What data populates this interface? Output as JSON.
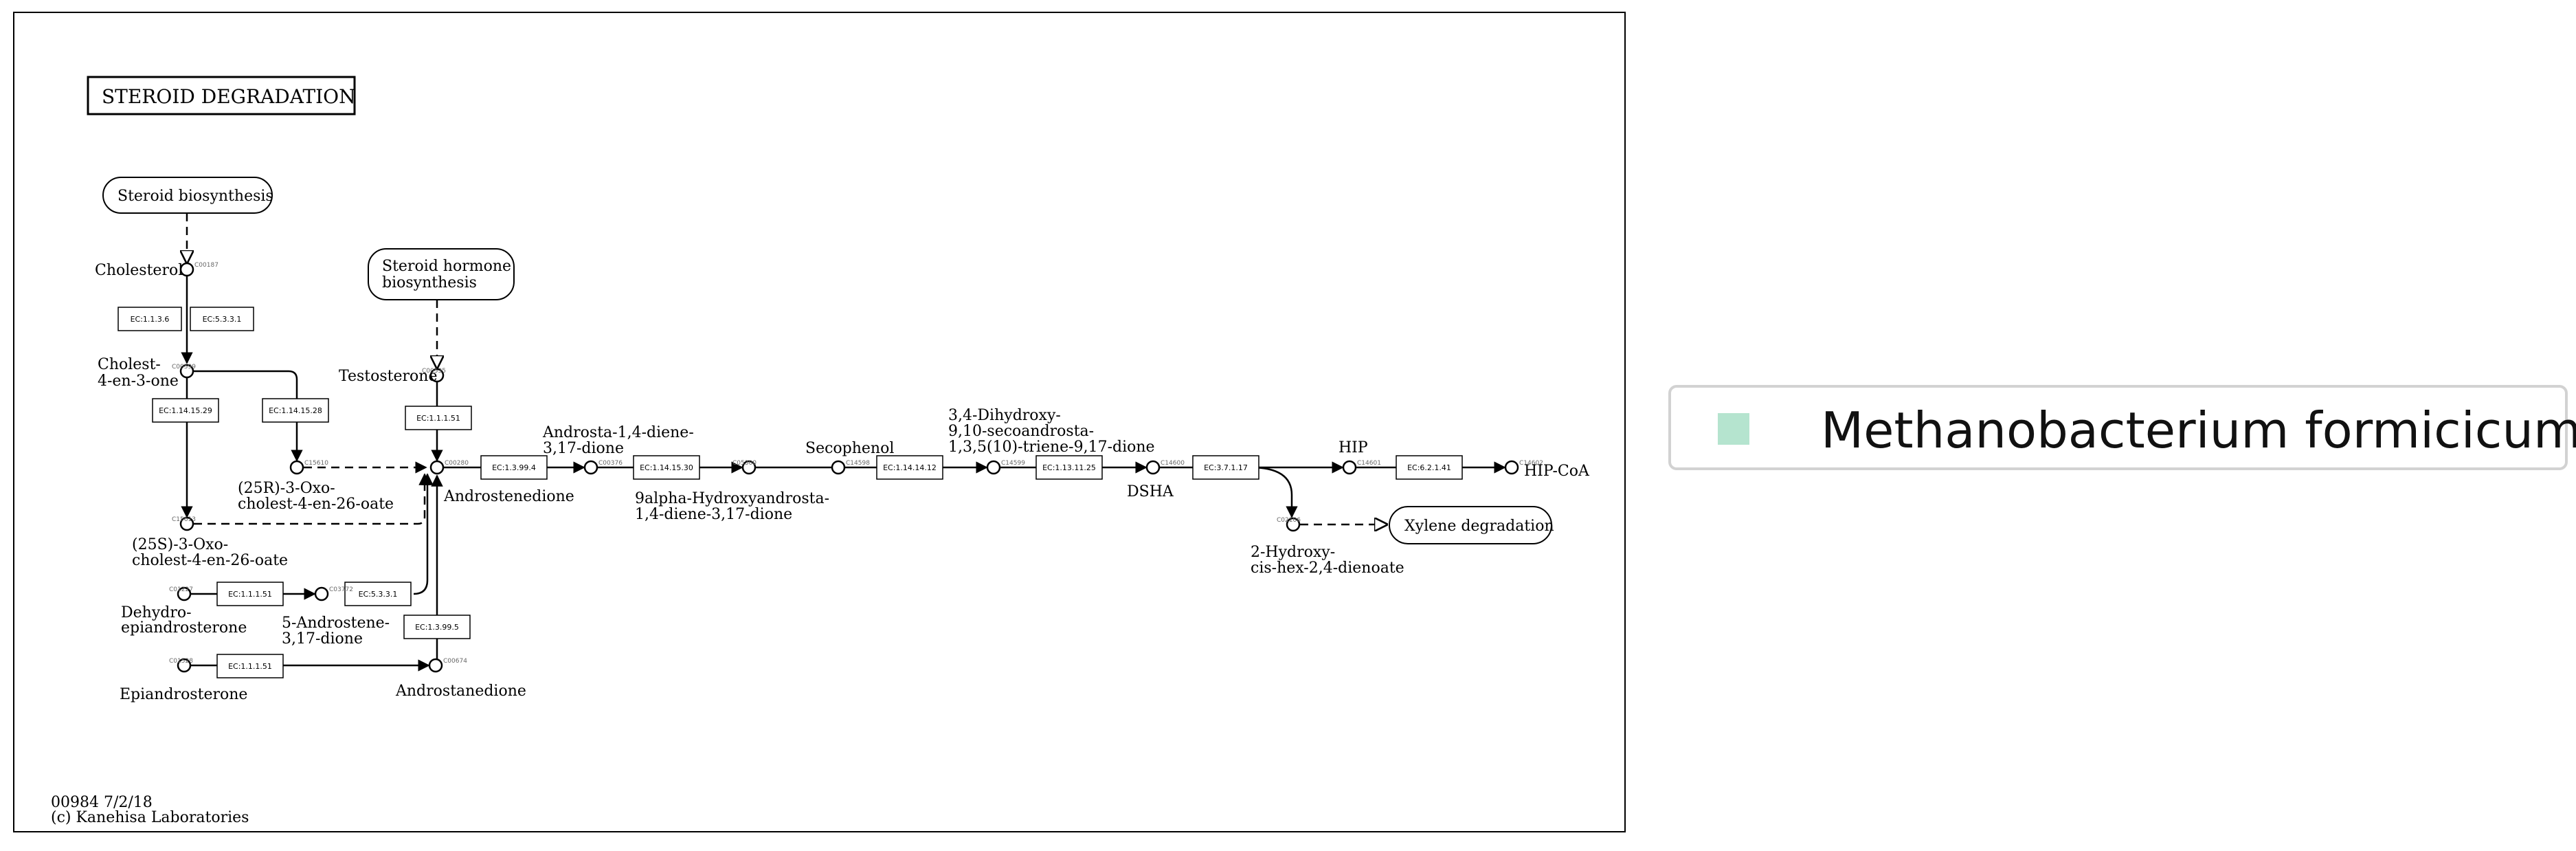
{
  "title": "STEROID DEGRADATION",
  "footer": {
    "map_id": "00984 7/2/18",
    "copyright": "(c) Kanehisa Laboratories"
  },
  "legend": {
    "label": "Methanobacterium formicicum",
    "swatch_color": "#b5e4cf"
  },
  "pathway_boxes": {
    "steroid_biosynthesis": "Steroid biosynthesis",
    "steroid_hormone_line1": "Steroid hormone",
    "steroid_hormone_line2": "biosynthesis",
    "xylene_degradation": "Xylene degradation"
  },
  "compounds": {
    "cholesterol": "Cholesterol",
    "cholestenone_line1": "Cholest-",
    "cholestenone_line2": "4-en-3-one",
    "testosterone": "Testosterone",
    "oxo25r_line1": "(25R)-3-Oxo-",
    "oxo25r_line2": "cholest-4-en-26-oate",
    "oxo25s_line1": "(25S)-3-Oxo-",
    "oxo25s_line2": "cholest-4-en-26-oate",
    "androstenedione": "Androstenedione",
    "androstadienedione_line1": "Androsta-1,4-diene-",
    "androstadienedione_line2": "3,17-dione",
    "hydroxyandrosta_line1": "9alpha-Hydroxyandrosta-",
    "hydroxyandrosta_line2": "1,4-diene-3,17-dione",
    "secophenol": "Secophenol",
    "dhseco_line1": "3,4-Dihydroxy-",
    "dhseco_line2": "9,10-secoandrosta-",
    "dhseco_line3": "1,3,5(10)-triene-9,17-dione",
    "dsha": "DSHA",
    "hip": "HIP",
    "hipcoa": "HIP-CoA",
    "hydroxydienoate_line1": "2-Hydroxy-",
    "hydroxydienoate_line2": "cis-hex-2,4-dienoate",
    "dhea_line1": "Dehydro-",
    "dhea_line2": "epiandrosterone",
    "androstenedione5_line1": "5-Androstene-",
    "androstenedione5_line2": "3,17-dione",
    "epiandrosterone": "Epiandrosterone",
    "androstanedione": "Androstanedione"
  },
  "enzymes": {
    "e1": "EC:1.1.3.6",
    "e2": "EC:5.3.3.1",
    "e3": "EC:1.14.15.29",
    "e4": "EC:1.14.15.28",
    "e5": "EC:1.1.1.51",
    "e6": "EC:1.3.99.4",
    "e7": "EC:1.14.15.30",
    "e8": "EC:1.14.14.12",
    "e9": "EC:1.13.11.25",
    "e10": "EC:3.7.1.17",
    "e11": "EC:6.2.1.41",
    "e12": "EC:1.1.1.51",
    "e13": "EC:5.3.3.1",
    "e14": "EC:1.3.99.5",
    "e15": "EC:1.1.1.51"
  },
  "compound_ids": {
    "c1": "C00187",
    "c2": "C00599",
    "c3": "C00535",
    "c4": "C15610",
    "c5": "C15613",
    "c6": "C00280",
    "c7": "C00376",
    "c8": "C05300",
    "c9": "C14598",
    "c10": "C14599",
    "c11": "C14600",
    "c12": "C14601",
    "c13": "C14602",
    "c14": "C02106",
    "c15": "C01227",
    "c16": "C03772",
    "c17": "C01528",
    "c18": "C00674"
  }
}
